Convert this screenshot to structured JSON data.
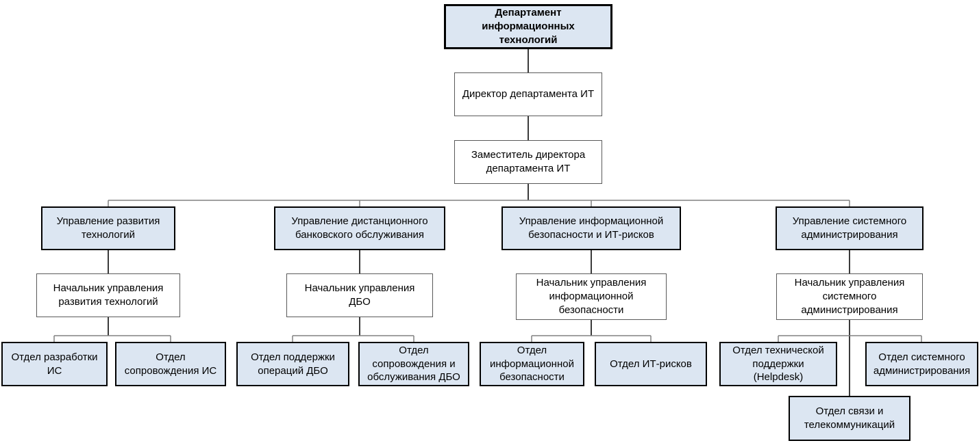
{
  "diagram": {
    "type": "org-chart",
    "language": "ru",
    "colors": {
      "division_fill": "#dce6f2",
      "division_border": "#000000",
      "person_fill": "#ffffff",
      "person_border": "#595959",
      "connector_line": "#808080",
      "connector_drop": "#3a3a3a",
      "text": "#000000",
      "background": "#ffffff"
    }
  },
  "nodes": {
    "it_department": {
      "label": "Департамент\nинформационных\nтехнологий"
    },
    "it_director": {
      "label": "Директор департамента ИТ"
    },
    "deputy_director": {
      "label": "Заместитель директора\nдепартамента ИТ"
    },
    "tech_dev_division": {
      "label": "Управление развития\nтехнологий"
    },
    "rbs_division": {
      "label": "Управление дистанционного\nбанковского обслуживания"
    },
    "infosec_division": {
      "label": "Управление информационной\nбезопасности и ИТ-рисков"
    },
    "sysadmin_division": {
      "label": "Управление системного\nадминистрирования"
    },
    "tech_dev_head": {
      "label": "Начальник управления\nразвития технологий"
    },
    "rbs_head": {
      "label": "Начальник управления\nДБО"
    },
    "infosec_head": {
      "label": "Начальник управления\nинформационной\nбезопасности"
    },
    "sysadmin_head": {
      "label": "Начальник управления\nсистемного\nадминистрирования"
    },
    "is_dev_dept": {
      "label": "Отдел разработки\nИС"
    },
    "is_maint_dept": {
      "label": "Отдел\nсопровождения ИС"
    },
    "rbs_ops_dept": {
      "label": "Отдел поддержки\nопераций ДБО"
    },
    "rbs_maint_dept": {
      "label": "Отдел\nсопровождения и\nобслуживания ДБО"
    },
    "infosec_dept": {
      "label": "Отдел\nинформационной\nбезопасности"
    },
    "it_risks_dept": {
      "label": "Отдел ИТ-рисков"
    },
    "helpdesk_dept": {
      "label": "Отдел технической\nподдержки\n(Helpdesk)"
    },
    "sysadmin_dept": {
      "label": "Отдел системного\nадминистрирования"
    },
    "telecom_dept": {
      "label": "Отдел связи и\nтелекоммуникаций"
    }
  },
  "edges": [
    [
      "it_department",
      "it_director"
    ],
    [
      "it_director",
      "deputy_director"
    ],
    [
      "deputy_director",
      "tech_dev_division"
    ],
    [
      "deputy_director",
      "rbs_division"
    ],
    [
      "deputy_director",
      "infosec_division"
    ],
    [
      "deputy_director",
      "sysadmin_division"
    ],
    [
      "tech_dev_division",
      "tech_dev_head"
    ],
    [
      "rbs_division",
      "rbs_head"
    ],
    [
      "infosec_division",
      "infosec_head"
    ],
    [
      "sysadmin_division",
      "sysadmin_head"
    ],
    [
      "tech_dev_head",
      "is_dev_dept"
    ],
    [
      "tech_dev_head",
      "is_maint_dept"
    ],
    [
      "rbs_head",
      "rbs_ops_dept"
    ],
    [
      "rbs_head",
      "rbs_maint_dept"
    ],
    [
      "infosec_head",
      "infosec_dept"
    ],
    [
      "infosec_head",
      "it_risks_dept"
    ],
    [
      "sysadmin_head",
      "helpdesk_dept"
    ],
    [
      "sysadmin_head",
      "sysadmin_dept"
    ],
    [
      "sysadmin_head",
      "telecom_dept"
    ]
  ]
}
